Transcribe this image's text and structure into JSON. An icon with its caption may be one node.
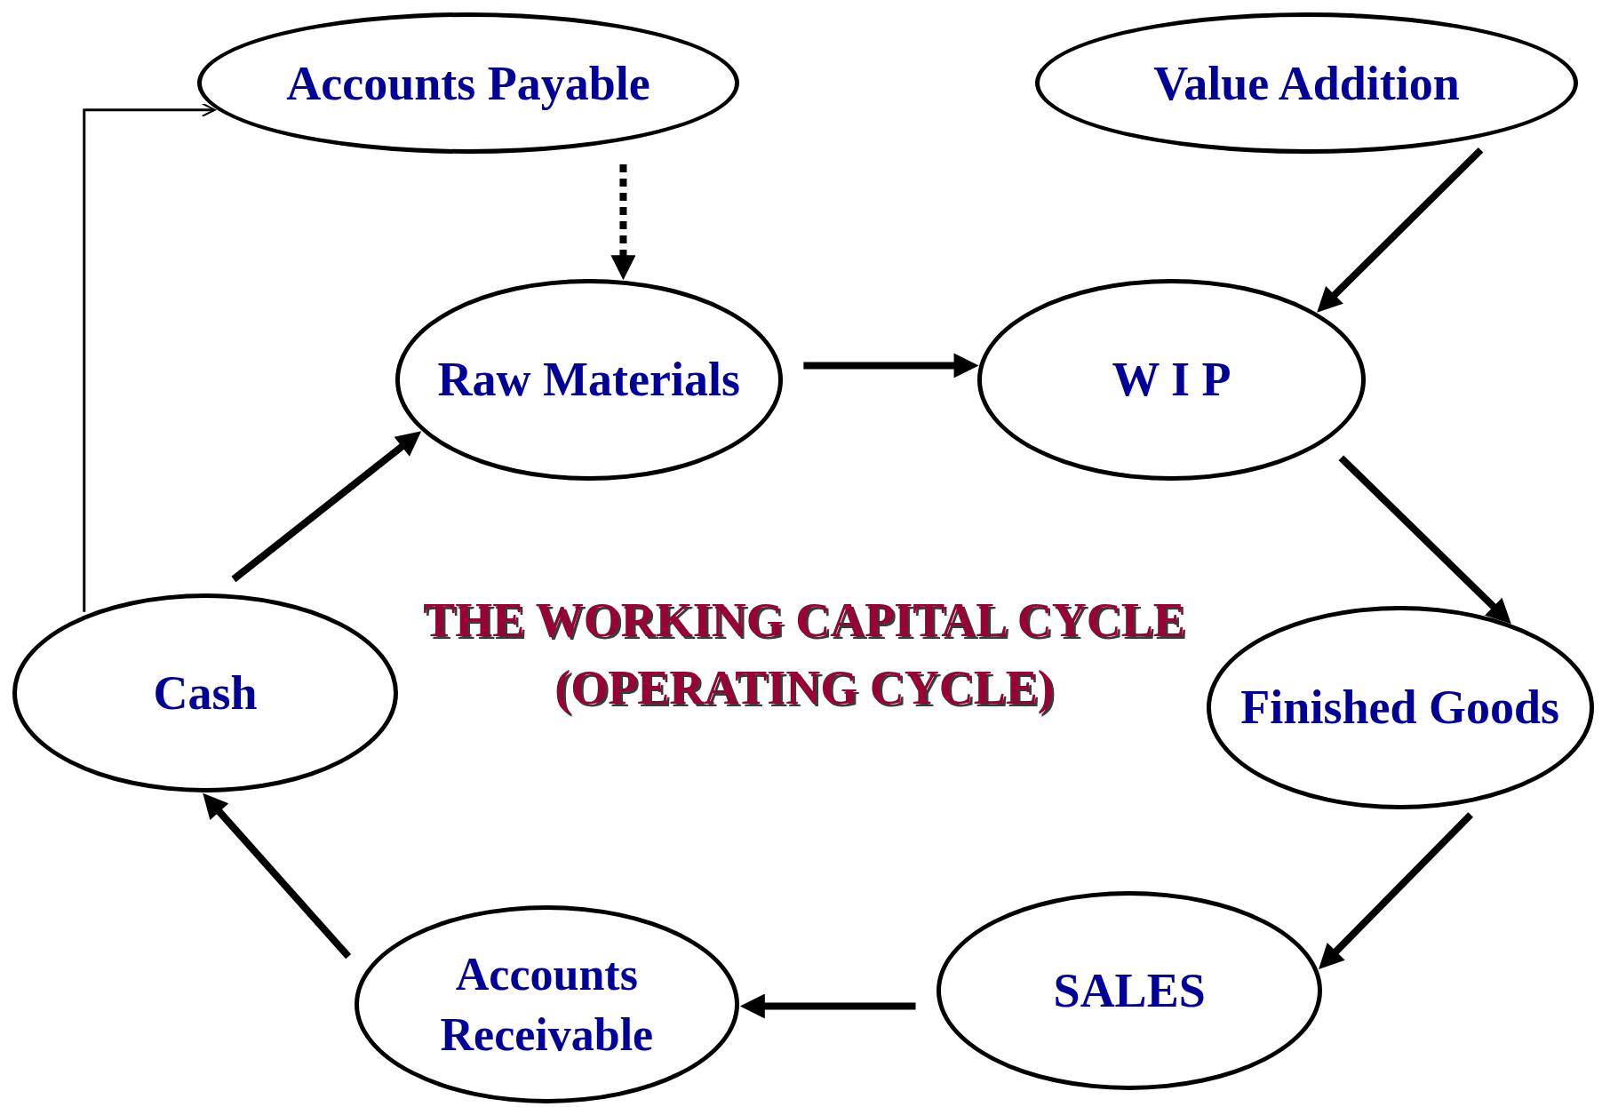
{
  "diagram": {
    "title": "THE WORKING CAPITAL CYCLE (OPERATING CYCLE)",
    "nodes": [
      {
        "text": [
          "Accounts Payable"
        ]
      },
      {
        "text": [
          "Value Addition"
        ]
      },
      {
        "text": [
          "Raw Materials"
        ]
      },
      {
        "text": [
          "W I P"
        ]
      },
      {
        "text": [
          "Cash"
        ]
      },
      {
        "text": [
          "Finished Goods"
        ]
      },
      {
        "text": [
          "SALES"
        ]
      },
      {
        "text": [
          "Accounts Receivable"
        ]
      }
    ],
    "edges": [
      {
        "from": 0,
        "to": 2,
        "arrow": "to",
        "style": "dashed"
      },
      {
        "from": 1,
        "to": 3,
        "arrow": "to"
      },
      {
        "from": 2,
        "to": 3,
        "arrow": "to"
      },
      {
        "from": 3,
        "to": 5,
        "arrow": "to"
      },
      {
        "from": 5,
        "to": 6,
        "arrow": "to"
      },
      {
        "from": 6,
        "to": 7,
        "arrow": "to"
      },
      {
        "from": 7,
        "to": 4,
        "arrow": "to"
      },
      {
        "from": 4,
        "to": 2,
        "arrow": "to"
      },
      {
        "from": 4,
        "to": 0,
        "arrow": "to"
      }
    ]
  }
}
